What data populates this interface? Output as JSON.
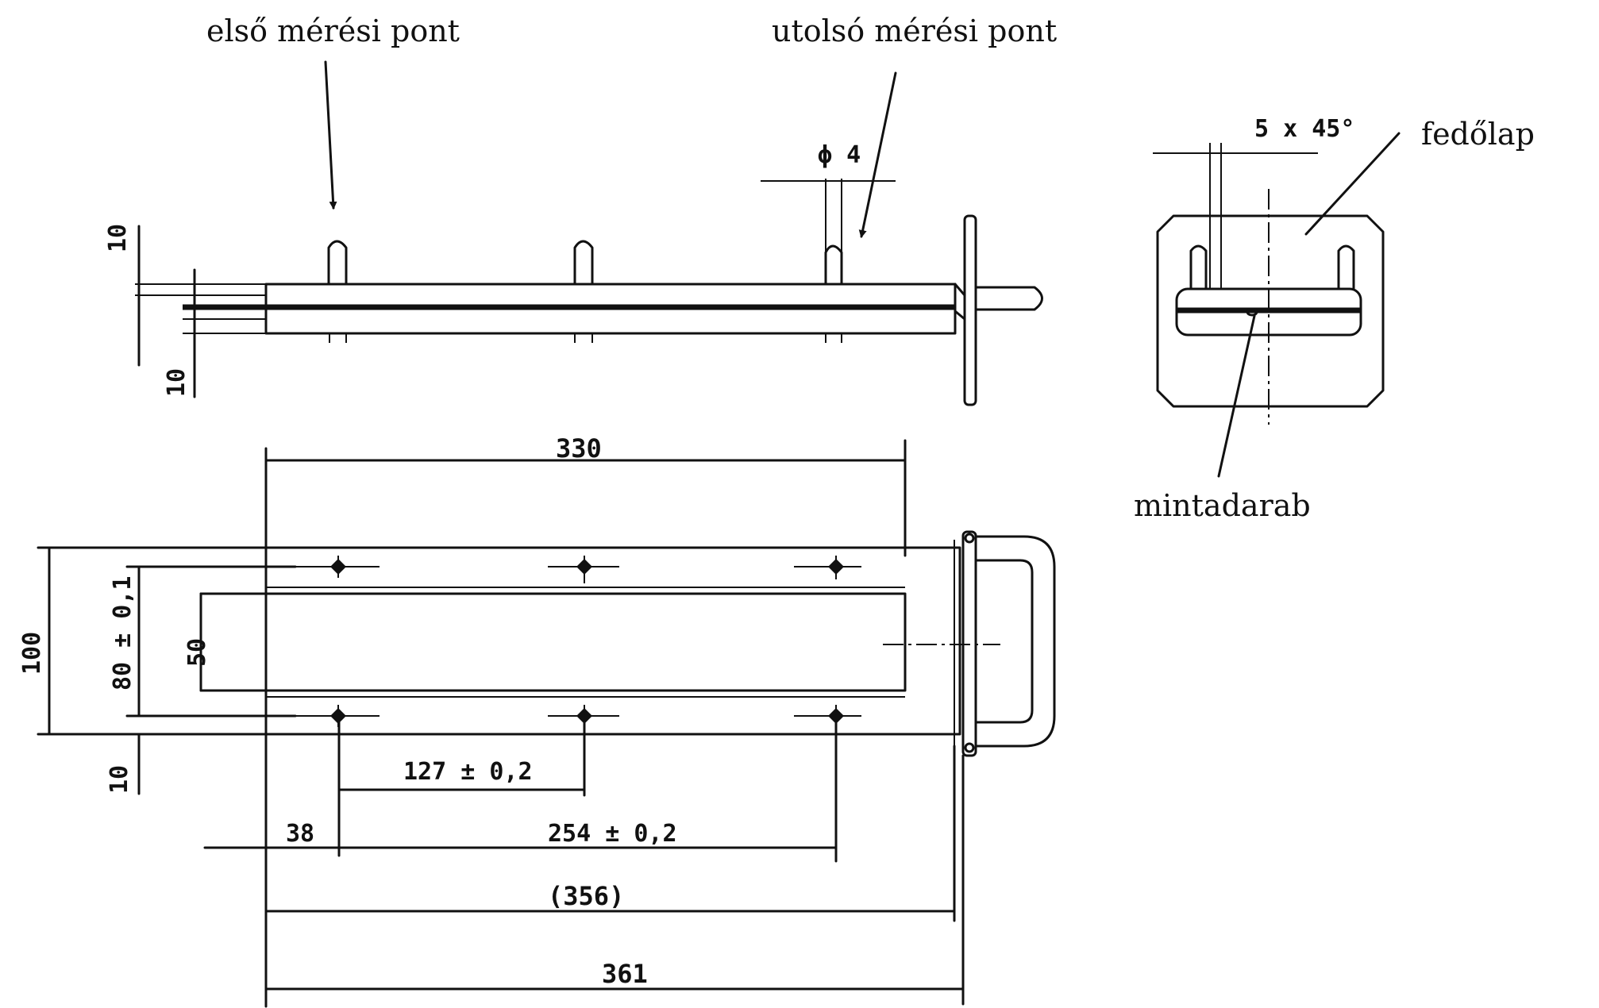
{
  "labels": {
    "first_point": "első mérési pont",
    "last_point": "utolsó mérési pont",
    "cover_plate": "fedőlap",
    "specimen": "mintadarab"
  },
  "dimensions": {
    "d_10_top": "10",
    "d_10_mid": "10",
    "d_phi4": "ϕ 4",
    "d_chamfer": "5 x 45°",
    "d_330": "330",
    "d_100": "100",
    "d_80": "80 ± 0,1",
    "d_50": "50",
    "d_10_low": "10",
    "d_127": "127 ± 0,2",
    "d_38": "38",
    "d_254": "254 ± 0,2",
    "d_356": "(356)",
    "d_361": "361"
  }
}
